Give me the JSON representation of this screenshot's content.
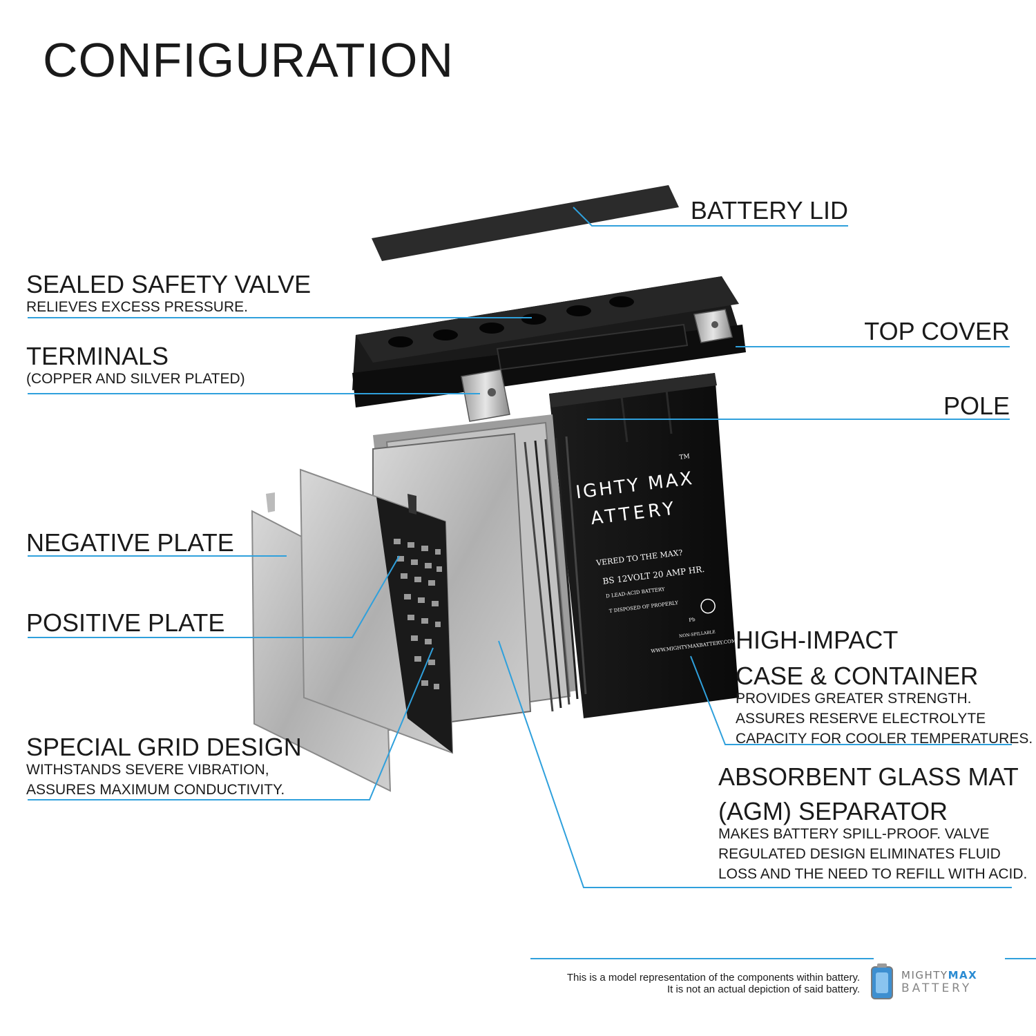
{
  "title": "CONFIGURATION",
  "colors": {
    "leader_line": "#2fa0dc",
    "text": "#1a1a1a",
    "battery_body": "#111111",
    "plate": "#b8b8b8",
    "brand_accent": "#2a8bd2"
  },
  "callouts": {
    "battery_lid": {
      "heading": "BATTERY LID"
    },
    "sealed_safety_valve": {
      "heading": "SEALED SAFETY VALVE",
      "sub": "RELIEVES EXCESS PRESSURE."
    },
    "top_cover": {
      "heading": "TOP COVER"
    },
    "terminals": {
      "heading": "TERMINALS",
      "sub": "(COPPER AND SILVER PLATED)"
    },
    "pole": {
      "heading": "POLE"
    },
    "negative_plate": {
      "heading": "NEGATIVE PLATE"
    },
    "positive_plate": {
      "heading": "POSITIVE PLATE"
    },
    "high_impact": {
      "heading_1": "HIGH-IMPACT",
      "heading_2": "CASE & CONTAINER",
      "sub_1": "PROVIDES GREATER STRENGTH.",
      "sub_2": "ASSURES RESERVE ELECTROLYTE",
      "sub_3": "CAPACITY FOR COOLER TEMPERATURES."
    },
    "special_grid": {
      "heading": "SPECIAL GRID DESIGN",
      "sub_1": "WITHSTANDS SEVERE VIBRATION,",
      "sub_2": "ASSURES MAXIMUM CONDUCTIVITY."
    },
    "agm": {
      "heading_1": "ABSORBENT GLASS MAT",
      "heading_2": "(AGM) SEPARATOR",
      "sub_1": "MAKES BATTERY SPILL-PROOF. VALVE",
      "sub_2": "REGULATED DESIGN ELIMINATES FLUID",
      "sub_3": "LOSS AND THE NEED TO REFILL WITH ACID."
    }
  },
  "battery_label": {
    "brand_1": "IGHTY MAX",
    "brand_2": "ATTERY",
    "tm": "TM",
    "line_1": "VERED TO THE MAX?",
    "line_2": "BS   12VOLT 20 AMP HR.",
    "line_3": "D LEAD-ACID BATTERY",
    "line_4": "T DISPOSED OF PROPERLY",
    "line_5": "NON-SPILLABLE",
    "line_6": "WWW.MIGHTYMAXBATTERY.COM",
    "pb": "Pb"
  },
  "footer": {
    "line_1": "This is a model representation of the components within battery.",
    "line_2": "It is not an actual depiction of said battery.",
    "brand_a": "MIGHTY",
    "brand_b": "MAX",
    "brand_c": "BATTERY"
  }
}
